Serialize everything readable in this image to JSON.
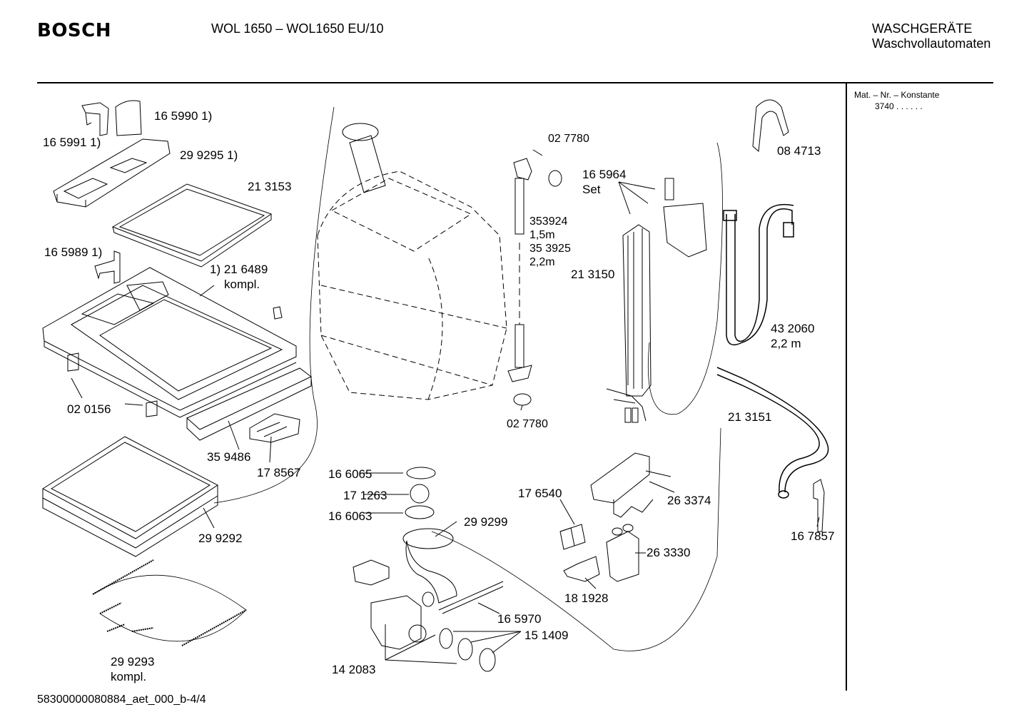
{
  "header": {
    "brand": "BOSCH",
    "model": "WOL 1650 – WOL1650 EU/10",
    "category": "WASCHGERÄTE",
    "subcategory": "Waschvollautomaten"
  },
  "side_panel": {
    "title": "Mat. – Nr. – Konstante",
    "value": "3740 . . . . . ."
  },
  "footer": {
    "doc_id": "58300000080884_aet_000_b-4/4"
  },
  "parts": {
    "p165990": "16 5990 1)",
    "p165991": "16 5991 1)",
    "p299295": "29 9295 1)",
    "p213153": "21 3153",
    "p165989": "16 5989 1)",
    "p216489a": "1) 21 6489",
    "p216489b": "kompl.",
    "p020156": "02 0156",
    "p359486": "35 9486",
    "p178567": "17 8567",
    "p299292": "29 9292",
    "p299293a": "29 9293",
    "p299293b": "kompl.",
    "p027780top": "02 7780",
    "p353924": "353924",
    "p15m": "1,5m",
    "p353925": "35 3925",
    "p22m": "2,2m",
    "p027780bot": "02 7780",
    "p165964": "16 5964",
    "pSet": "Set",
    "p213150": "21 3150",
    "p084713": "08 4713",
    "p432060": "43 2060",
    "p22m2": "2,2 m",
    "p213151": "21 3151",
    "p166065": "16 6065",
    "p171263": "17 1263",
    "p166063": "16 6063",
    "p299299": "29 9299",
    "p176540": "17 6540",
    "p263374": "26 3374",
    "p263330": "26 3330",
    "p167857": "16 7857",
    "p181928": "18 1928",
    "p165970": "16 5970",
    "p151409": "15 1409",
    "p142083": "14 2083"
  }
}
